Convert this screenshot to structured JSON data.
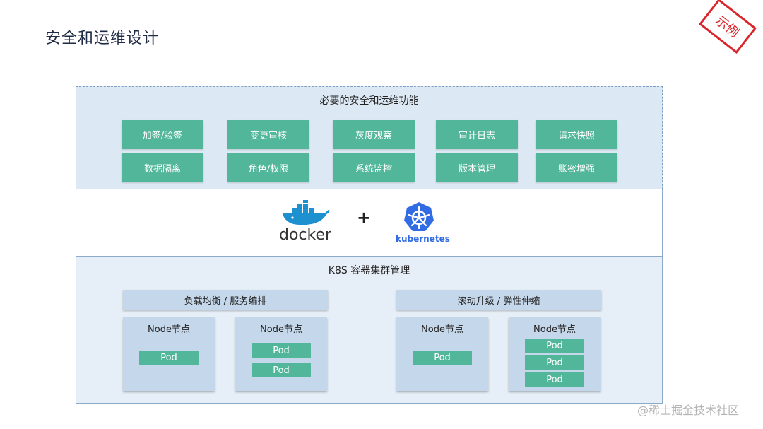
{
  "page": {
    "title": "安全和运维设计",
    "stamp": "示例"
  },
  "security": {
    "title": "必要的安全和运维功能",
    "features": [
      "加签/验签",
      "变更审核",
      "灰度观察",
      "审计日志",
      "请求快照",
      "数据隔离",
      "角色/权限",
      "系统监控",
      "版本管理",
      "账密增强"
    ]
  },
  "logos": {
    "docker": {
      "name": "docker",
      "icon": "docker-whale-icon",
      "color": "#1d91d0"
    },
    "plus": "+",
    "kubernetes": {
      "name": "kubernetes",
      "icon": "kubernetes-helm-icon",
      "color": "#326ce5"
    }
  },
  "k8s": {
    "title": "K8S 容器集群管理",
    "groups": [
      {
        "header": "负载均衡 / 服务编排",
        "nodes": [
          {
            "label": "Node节点",
            "pods": [
              "Pod"
            ]
          },
          {
            "label": "Node节点",
            "pods": [
              "Pod",
              "Pod"
            ]
          }
        ]
      },
      {
        "header": "滚动升级 / 弹性伸缩",
        "nodes": [
          {
            "label": "Node节点",
            "pods": [
              "Pod"
            ]
          },
          {
            "label": "Node节点",
            "pods": [
              "Pod",
              "Pod",
              "Pod"
            ]
          }
        ]
      }
    ]
  },
  "watermark": "@稀土掘金技术社区",
  "colors": {
    "accent_green": "#52b79a",
    "panel_blue": "#c5d7ea",
    "stamp_red": "#d9262c"
  }
}
